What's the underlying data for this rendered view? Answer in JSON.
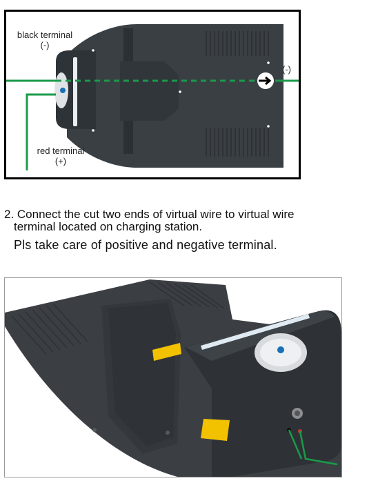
{
  "figure1": {
    "black_terminal_label": "black terminal",
    "black_terminal_sign": "(-)",
    "red_terminal_label": "red terminal",
    "red_terminal_sign": "(+)",
    "right_sign": "(-)",
    "wire_color": "#1a9a4a",
    "station_color": "#3a3f44"
  },
  "instructions": {
    "step_line1": "2. Connect the cut two ends of virtual wire to virtual wire",
    "step_line2": "terminal located on charging station.",
    "note": "Pls take care of positive and negative terminal."
  },
  "figure2": {
    "station_color": "#3b3f43",
    "warning_color": "#f2c200",
    "wire_color": "#1a9a4a"
  }
}
